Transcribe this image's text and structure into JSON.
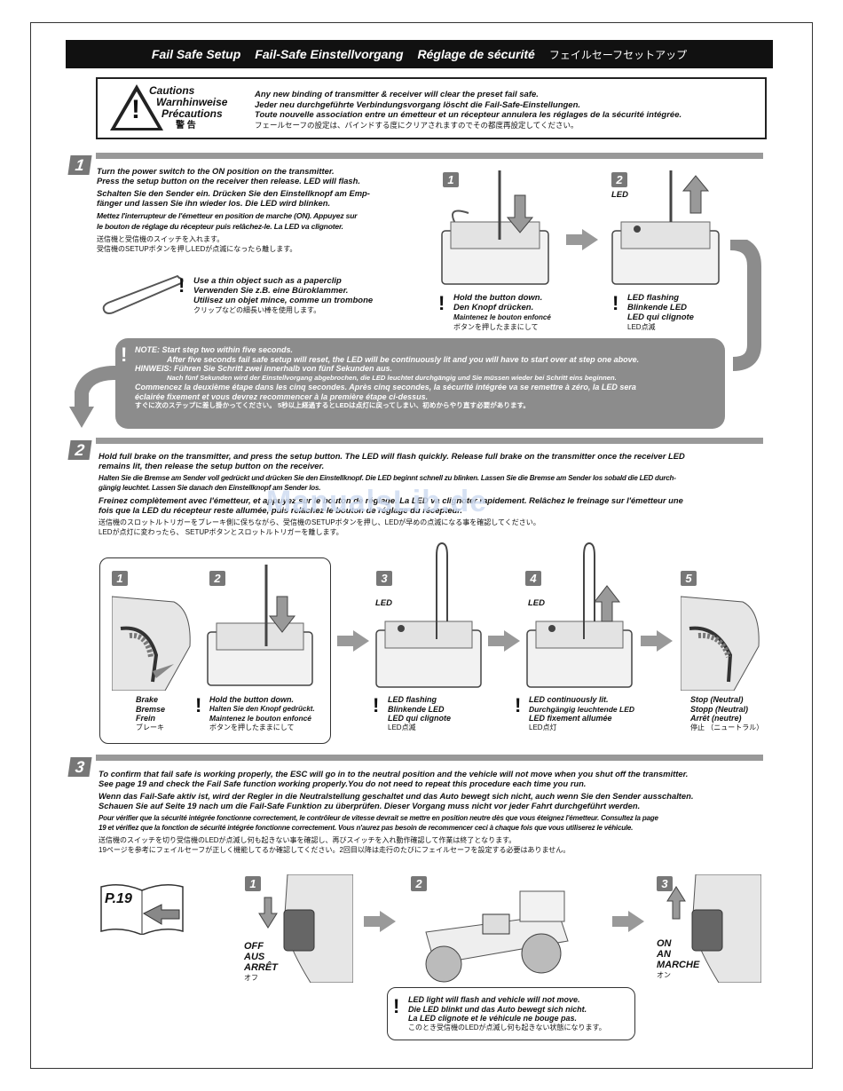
{
  "header": {
    "en": "Fail Safe Setup",
    "de": "Fail-Safe Einstellvorgang",
    "fr": "Réglage de sécurité",
    "jp": "フェイルセーフセットアップ"
  },
  "cautions": {
    "title_en": "Cautions",
    "title_de": "Warnhinweise",
    "title_fr": "Précautions",
    "title_jp": "警 告",
    "line_en": "Any new binding of transmitter & receiver will clear the preset fail safe.",
    "line_de": "Jeder neu durchgeführte Verbindungsvorgang löscht die Fail-Safe-Einstellungen.",
    "line_fr": "Toute nouvelle association entre un émetteur et un récepteur annulera les réglages de la sécurité intégrée.",
    "line_jp": "フェールセーフの設定は、バインドする度にクリアされますのでその都度再設定してください。"
  },
  "step1": {
    "number": "1",
    "en1": "Turn the power switch to the ON position on the transmitter.",
    "en2": "Press the setup button on the receiver then release. LED will flash.",
    "de1": "Schalten Sie den Sender ein. Drücken Sie den Einstellknopf am Emp-",
    "de2": "fänger und lassen Sie ihn wieder los. Die LED wird blinken.",
    "fr1": "Mettez l'interrupteur de l'émetteur en position de marche (ON). Appuyez sur",
    "fr2": "le bouton de réglage du récepteur puis relâchez-le. La LED va clignoter.",
    "jp1": "送信機と受信機のスイッチを入れます。",
    "jp2": "受信機のSETUPボタンを押しLEDが点滅になったら離します。",
    "clip_en": "Use a thin object such as a paperclip",
    "clip_de": "Verwenden Sie z.B. eine Büroklammer.",
    "clip_fr": "Utilisez un objet mince, comme un trombone",
    "clip_jp": "クリップなどの細長い棒を使用します。",
    "fig1_badge": "1",
    "fig2_badge": "2",
    "fig2_led": "LED",
    "hold_en": "Hold the button down.",
    "hold_de": "Den Knopf drücken.",
    "hold_fr": "Maintenez le bouton enfoncé",
    "hold_jp": "ボタンを押したままにして",
    "flash_en": "LED flashing",
    "flash_de": "Blinkende LED",
    "flash_fr": "LED qui clignote",
    "flash_jp": "LED点滅"
  },
  "note": {
    "l1": "NOTE: Start step two within five seconds.",
    "l2": "After five seconds fail safe setup will reset, the LED will be continuously lit and you will have to start over at step one above.",
    "l3": "HINWEIS: Führen Sie Schritt zwei innerhalb von fünf Sekunden aus.",
    "l4": "Nach fünf Sekunden wird der Einstellvorgang abgebrochen, die LED leuchtet durchgängig und Sie müssen wieder bei Schritt eins beginnen.",
    "l5": "Commencez la deuxième étape dans les cinq secondes. Après cinq secondes, la sécurité intégrée va se remettre à zéro, la LED sera",
    "l6": "éclairée fixement et vous devrez recommencer à la première étape ci-dessus.",
    "l7": "すぐに次のステップに差し掛かってください。 5秒以上経過するとLEDは点灯に戻ってしまい、初めからやり直す必要があります。"
  },
  "step2": {
    "number": "2",
    "en1": "Hold full brake on the transmitter, and press the setup button. The LED will flash quickly. Release full brake on the transmitter once the receiver LED",
    "en2": "remains lit, then release the setup button on the receiver.",
    "de1": "Halten Sie die Bremse am Sender voll gedrückt und drücken Sie den Einstellknopf. Die LED beginnt schnell zu blinken. Lassen Sie die Bremse am Sender los sobald die LED durch-",
    "de2": "gängig leuchtet. Lassen Sie danach den Einstellknopf am Sender los.",
    "fr1": "Freinez complètement avec l'émetteur, et appuyez sur le bouton de réglage. La LED va clignoter rapidement. Relâchez le freinage sur l'émetteur une",
    "fr2": "fois que la LED du récepteur reste allumée, puis relâchez le bouton de réglage du récepteur.",
    "jp1": "送信機のスロットルトリガーをブレーキ側に保ちながら、受信機のSETUPボタンを押し、LEDが早めの点滅になる事を確認してください。",
    "jp2": "LEDが点灯に変わったら、 SETUPボタンとスロットルトリガーを離します。",
    "watermark": "ManualsLib.de",
    "badges": [
      "1",
      "2",
      "3",
      "4",
      "5"
    ],
    "led3": "LED",
    "led4": "LED",
    "brake_en": "Brake",
    "brake_de": "Bremse",
    "brake_fr": "Frein",
    "brake_jp": "ブレーキ",
    "hold_en": "Hold the button down.",
    "hold_de": "Halten Sie den Knopf gedrückt.",
    "hold_fr": "Maintenez le bouton enfoncé",
    "hold_jp": "ボタンを押したままにして",
    "flash_en": "LED flashing",
    "flash_de": "Blinkende LED",
    "flash_fr": "LED qui clignote",
    "flash_jp": "LED点滅",
    "lit_en": "LED continuously lit.",
    "lit_de": "Durchgängig leuchtende LED",
    "lit_fr": "LED fixement allumée",
    "lit_jp": "LED点灯",
    "stop_en": "Stop (Neutral)",
    "stop_de": "Stopp (Neutral)",
    "stop_fr": "Arrêt (neutre)",
    "stop_jp": "停止 （ニュートラル）"
  },
  "step3": {
    "number": "3",
    "en1": "To confirm that fail safe is working properly, the ESC will go in to the neutral position and the vehicle will not move when you shut off the transmitter.",
    "en2": "See page 19 and check the Fail Safe function working properly.You do not need to repeat this procedure each time you run.",
    "de1": "Wenn das Fail-Safe aktiv ist, wird der Regler in die Neutralstellung geschaltet und das Auto bewegt sich nicht, auch wenn Sie den Sender ausschalten.",
    "de2": "Schauen Sie auf Seite 19 nach um die Fail-Safe Funktion zu überprüfen. Dieser Vorgang muss nicht vor jeder Fahrt durchgeführt werden.",
    "fr1": "Pour vérifier que la sécurité intégrée fonctionne correctement, le contrôleur de vitesse devrait se mettre en position neutre dès que vous éteignez l'émetteur. Consultez la page",
    "fr2": "19 et vérifiez que la fonction de sécurité intégrée fonctionne correctement. Vous n'aurez pas besoin de recommencer ceci à chaque fois que vous utiliserez le véhicule.",
    "jp1": "送信機のスイッチを切り受信機のLEDが点滅し何も起きない事を確認し、再びスイッチを入れ動作確認して作業は終了となります。",
    "jp2": "19ページを参考にフェイルセーフが正しく機能してるか確認してください。2回目以降は走行のたびにフェイルセーフを設定する必要はありません。",
    "page_ref": "P.19",
    "badges": [
      "1",
      "2",
      "3"
    ],
    "off_en": "OFF",
    "off_de": "AUS",
    "off_fr": "ARRÊT",
    "off_jp": "オフ",
    "on_en": "ON",
    "on_de": "AN",
    "on_fr": "MARCHE",
    "on_jp": "オン",
    "res_en": "LED light will flash and vehicle will not move.",
    "res_de": "Die LED blinkt und das Auto bewegt sich nicht.",
    "res_fr": "La LED clignote et le véhicule ne bouge pas.",
    "res_jp": "このとき受信機のLEDが点滅し何も起きない状態になります。"
  }
}
